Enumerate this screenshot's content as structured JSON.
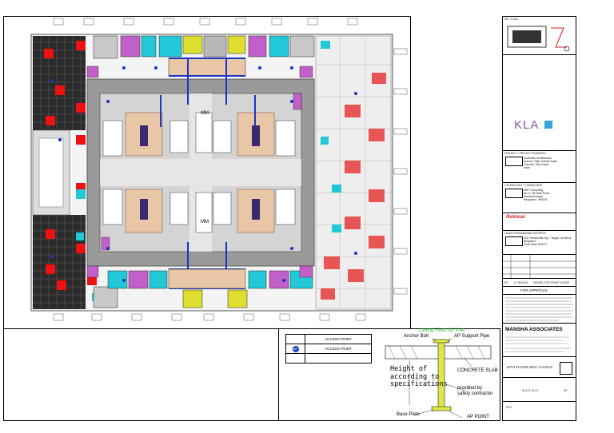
{
  "legend": {
    "access_point_header": "ACCESS POINT",
    "ap_icon_label": "AP",
    "ap_row_label": "ACCESS POINT"
  },
  "detail": {
    "title": "Ceiling Fixed AP Pole",
    "anchor_bolt": "Anchor Bolt",
    "support_pipe": "AP Support Pipe",
    "concrete_slab": "CONCRETE SLAB",
    "height_text": "Height of\naccording to\nspecifications",
    "provided_by": "provided by\nsafety contractor",
    "base_plate": "Base Plate",
    "ap_point": "AP POINT"
  },
  "titleblock": {
    "key_plan": "KEY PLAN :",
    "client_logo": "KLA",
    "project_header": "PROJECT / PROJECT ADDRESS",
    "project_address": "Ascendas at Maaruthai\nAvenue, Rajiv Gandhi Salai,\nChennai, Tamil Nadu\nIndia",
    "consultant_header": "CONSULTANT / CONSULTANT",
    "consultant_address": "MEP Consulting\nNo. 6, 4th Main Road,\nKasturba Nagar,\nBengaluru - 560001",
    "firm_logo": "Rational",
    "land_header": "LAND & BROADBAND ADDRESS",
    "land_address": "130, Residential city, 7 Nagar, 1st Block\nBengaluru\nTamil Nadu 600017",
    "rev_no": "R0",
    "rev_date": "27.08.2019",
    "rev_desc": "ISSUED FOR DRAFT STAGE",
    "for_approval": "FOR APPROVAL",
    "architect": "MANSHA ASSOCIATES",
    "drawing_title": "13TH FLOOR WAC LAYOUT",
    "drawing_no": "KLA-IT-13-01",
    "rev": "R0",
    "scale": "NTS"
  }
}
